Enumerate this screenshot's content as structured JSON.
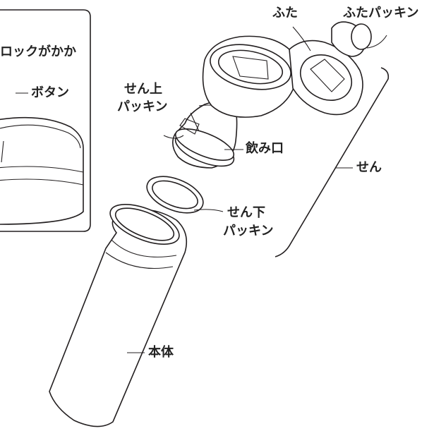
{
  "inset": {
    "text_top": "ロックがかか",
    "button_label": "ボタン"
  },
  "labels": {
    "lid": "ふた",
    "lid_packing": "ふたパッキン",
    "upper_packing_line1": "せん上",
    "upper_packing_line2": "パッキン",
    "mouthpiece": "飲み口",
    "stopper": "せん",
    "lower_packing_line1": "せん下",
    "lower_packing_line2": "パッキン",
    "body": "本体"
  },
  "colors": {
    "line": "#231f20",
    "text": "#222222",
    "fill": "#ffffff"
  }
}
